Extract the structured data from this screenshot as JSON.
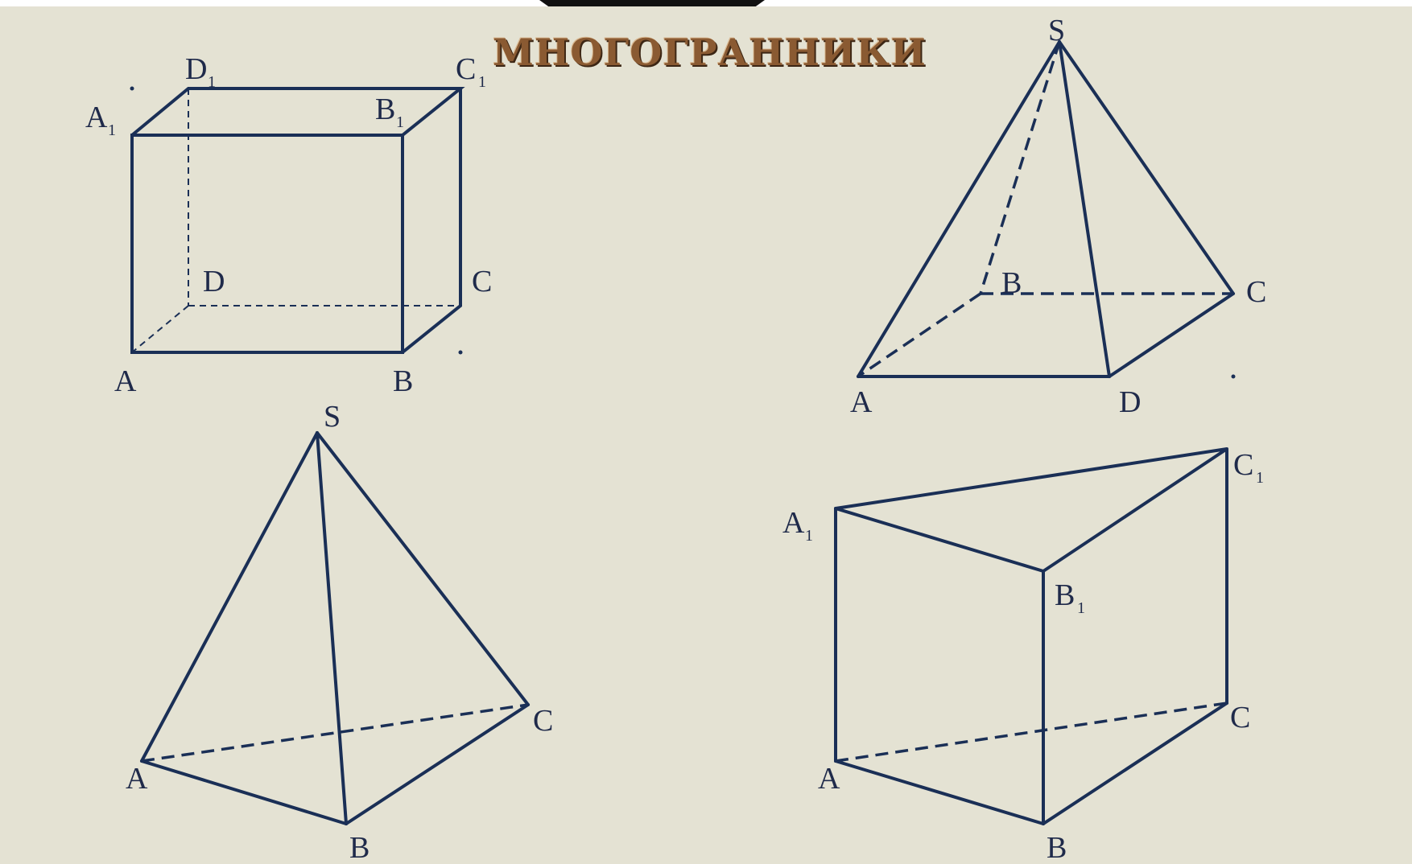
{
  "title": "МНОГОГРАННИКИ",
  "colors": {
    "background": "#e4e2d3",
    "edge": "#1a2f56",
    "title": "#8a5a32"
  },
  "figures": {
    "box": {
      "labels": {
        "A": "A",
        "B": "B",
        "C": "C",
        "D": "D",
        "A1": "A",
        "B1": "B",
        "C1": "C",
        "D1": "D",
        "sub": "1"
      }
    },
    "square_pyramid": {
      "labels": {
        "S": "S",
        "A": "A",
        "B": "B",
        "C": "C",
        "D": "D"
      }
    },
    "triangular_pyramid": {
      "labels": {
        "S": "S",
        "A": "A",
        "B": "B",
        "C": "C"
      }
    },
    "triangular_prism": {
      "labels": {
        "A": "A",
        "B": "B",
        "C": "C",
        "A1": "A",
        "B1": "B",
        "C1": "C",
        "sub": "1"
      }
    }
  }
}
